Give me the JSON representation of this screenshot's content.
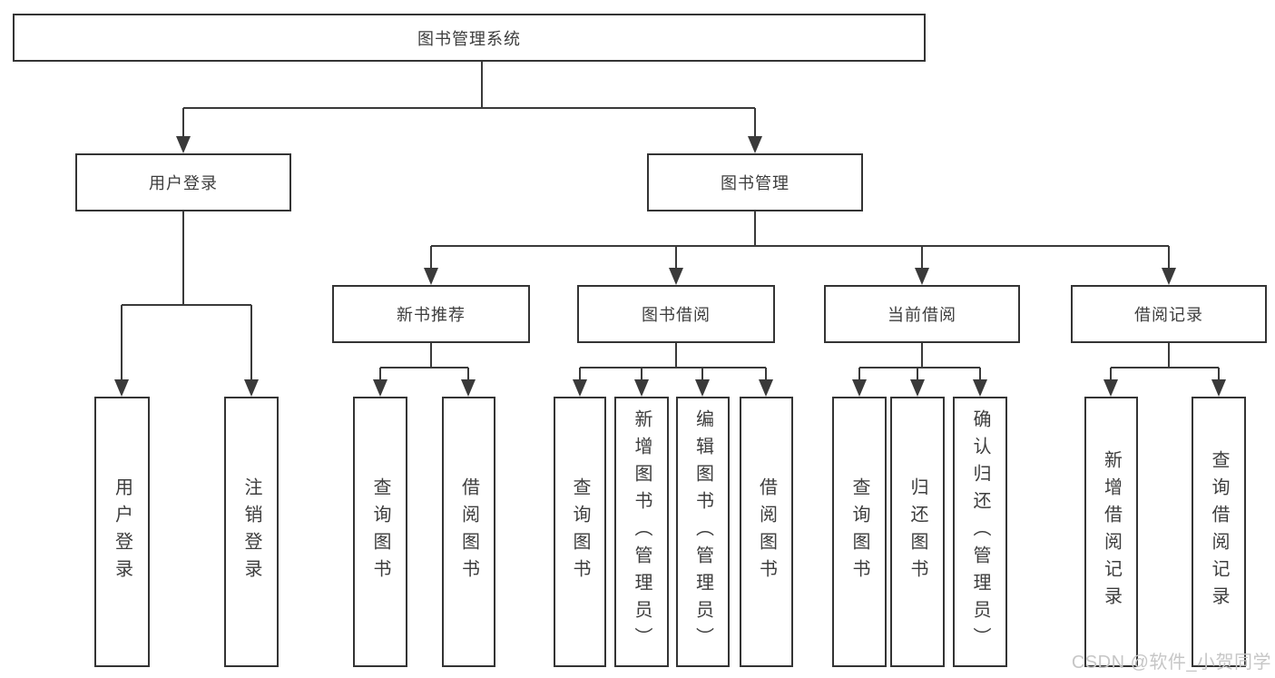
{
  "diagram": {
    "type": "tree",
    "colors": {
      "background": "#ffffff",
      "line": "#3a3a3a",
      "box_border": "#343434",
      "text": "#3d3d3d",
      "watermark": "#c6c6c6"
    },
    "watermark": "CSDN @软件_小贺同学",
    "nodes": [
      {
        "id": "root",
        "label": "图书管理系统",
        "parent": null
      },
      {
        "id": "user-login",
        "label": "用户登录",
        "parent": "root"
      },
      {
        "id": "book-management",
        "label": "图书管理",
        "parent": "root"
      },
      {
        "id": "new-book-recommendation",
        "label": "新书推荐",
        "parent": "book-management"
      },
      {
        "id": "book-borrowing",
        "label": "图书借阅",
        "parent": "book-management"
      },
      {
        "id": "current-borrowing",
        "label": "当前借阅",
        "parent": "book-management"
      },
      {
        "id": "borrowing-records",
        "label": "借阅记录",
        "parent": "book-management"
      },
      {
        "id": "leaf-user-login",
        "label": "用户登录",
        "parent": "user-login"
      },
      {
        "id": "leaf-logout",
        "label": "注销登录",
        "parent": "user-login"
      },
      {
        "id": "leaf-query-books-rec",
        "label": "查询图书",
        "parent": "new-book-recommendation"
      },
      {
        "id": "leaf-borrow-books-rec",
        "label": "借阅图书",
        "parent": "new-book-recommendation"
      },
      {
        "id": "leaf-query-books-borrow",
        "label": "查询图书",
        "parent": "book-borrowing"
      },
      {
        "id": "leaf-add-books-admin",
        "label": "新增图书（管理员）",
        "parent": "book-borrowing"
      },
      {
        "id": "leaf-edit-books-admin",
        "label": "编辑图书（管理员）",
        "parent": "book-borrowing"
      },
      {
        "id": "leaf-borrow-books-borrow",
        "label": "借阅图书",
        "parent": "book-borrowing"
      },
      {
        "id": "leaf-query-books-current",
        "label": "查询图书",
        "parent": "current-borrowing"
      },
      {
        "id": "leaf-return-books",
        "label": "归还图书",
        "parent": "current-borrowing"
      },
      {
        "id": "leaf-confirm-return-admin",
        "label": "确认归还（管理员）",
        "parent": "current-borrowing"
      },
      {
        "id": "leaf-add-borrow-record",
        "label": "新增借阅记录",
        "parent": "borrowing-records"
      },
      {
        "id": "leaf-query-borrow-record",
        "label": "查询借阅记录",
        "parent": "borrowing-records"
      }
    ]
  }
}
